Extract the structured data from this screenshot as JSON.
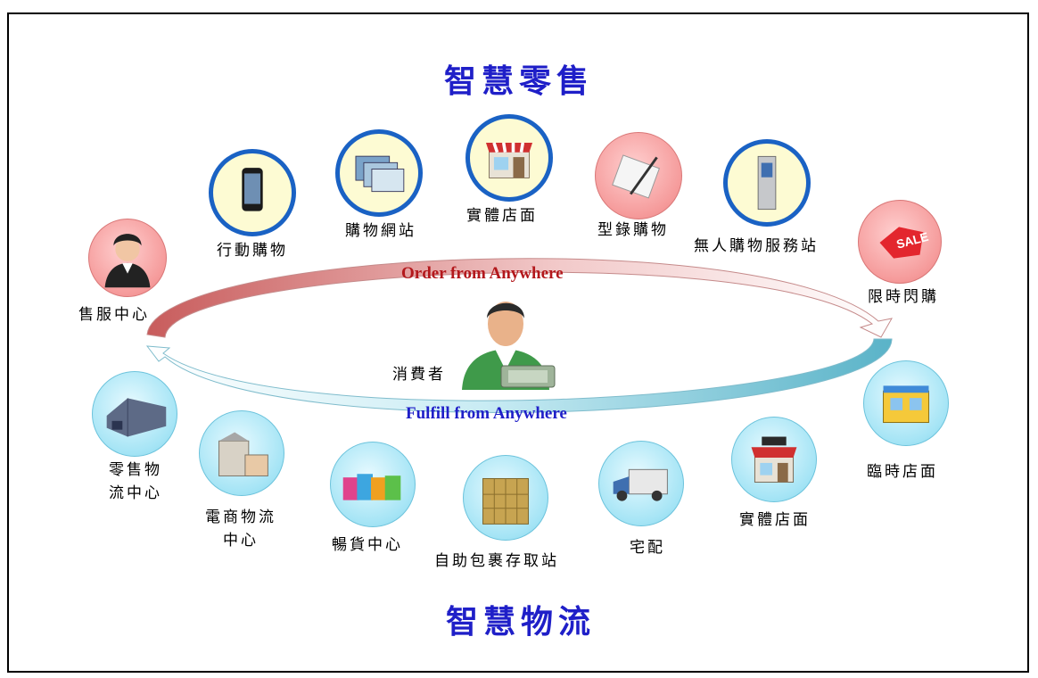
{
  "titles": {
    "top": "智慧零售",
    "bottom": "智慧物流"
  },
  "arc_labels": {
    "order": "Order from Anywhere",
    "fulfill": "Fulfill from Anywhere"
  },
  "colors": {
    "title": "#1f1fc8",
    "order_text": "#b3181c",
    "fulfill_text": "#1f1fc8",
    "ring": "#1a62c4",
    "ring_fill": "#fdfbd3",
    "pink_node": "#f59a9a",
    "cyan_node": "#a4e4f5",
    "upper_arrow": "#c85c5c",
    "lower_arrow": "#5ab3c8"
  },
  "consumer": {
    "label": "消費者",
    "icon": "consumer-person-icon"
  },
  "retail_nodes": [
    {
      "label": "售服中心",
      "icon": "customer-service-agent-icon",
      "style": "pink"
    },
    {
      "label": "行動購物",
      "icon": "smartphone-icon",
      "style": "blue-ring"
    },
    {
      "label": "購物網站",
      "icon": "website-windows-icon",
      "style": "blue-ring"
    },
    {
      "label": "實體店面",
      "icon": "shop-storefront-icon",
      "style": "blue-ring"
    },
    {
      "label": "型錄購物",
      "icon": "catalog-pen-icon",
      "style": "pink"
    },
    {
      "label": "無人購物服務站",
      "icon": "kiosk-icon",
      "style": "blue-ring"
    },
    {
      "label": "限時閃購",
      "icon": "sale-tag-icon",
      "style": "pink"
    }
  ],
  "logistics_nodes": [
    {
      "label_lines": [
        "零售物",
        "流中心"
      ],
      "icon": "warehouse-icon"
    },
    {
      "label_lines": [
        "電商物流",
        "中心"
      ],
      "icon": "logistics-building-icon"
    },
    {
      "label_lines": [
        "暢貨中心"
      ],
      "icon": "shopping-bags-icon"
    },
    {
      "label_lines": [
        "自助包裹存取站"
      ],
      "icon": "parcel-locker-icon"
    },
    {
      "label_lines": [
        "宅配"
      ],
      "icon": "delivery-truck-icon"
    },
    {
      "label_lines": [
        "實體店面"
      ],
      "icon": "shop-storefront-icon"
    },
    {
      "label_lines": [
        "臨時店面"
      ],
      "icon": "popup-store-icon"
    }
  ]
}
